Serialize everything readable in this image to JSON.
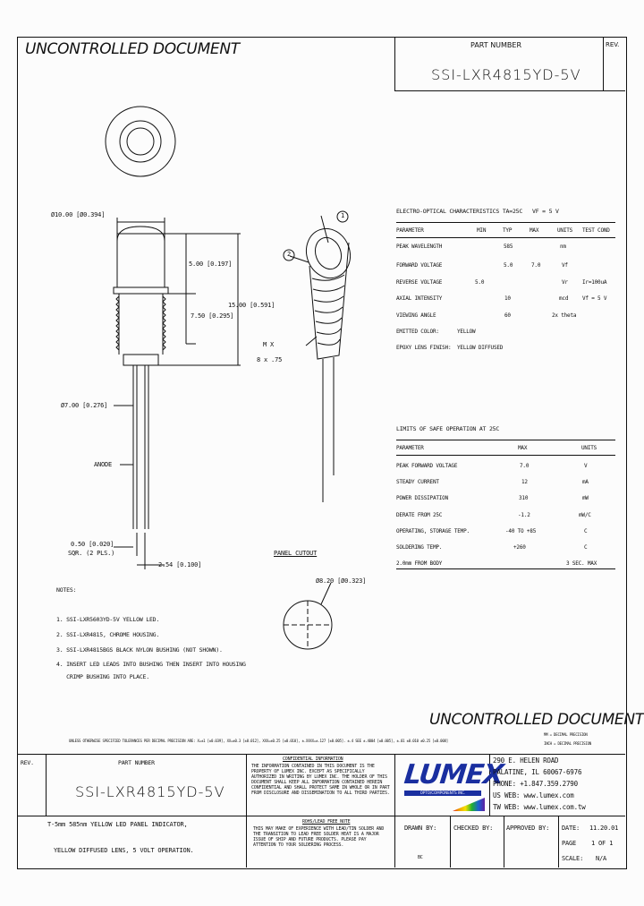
{
  "header": {
    "watermark": "UNCONTROLLED DOCUMENT",
    "part_label": "PART NUMBER",
    "part_number": "SSI-LXR4815YD-5V",
    "rev_label": "REV."
  },
  "drawing": {
    "dim_diameter": "Ø10.00 [Ø0.394]",
    "dim_500": "5.00 [0.197]",
    "dim_750": "7.50 [0.295]",
    "dim_1500": "15.00 [0.591]",
    "dim_700": "Ø7.00 [0.276]",
    "thread_1": "M X",
    "thread_2": "8 x .75",
    "anode": "ANODE",
    "lead_size_1": "0.50 [0.020]",
    "lead_size_2": "SQR. (2 PLS.)",
    "lead_pitch": "2.54 [0.100]",
    "panel_cutout": "PANEL CUTOUT",
    "cutout_dim": "Ø8.20 [Ø0.323]",
    "callout_1": "1",
    "callout_2": "2"
  },
  "eo_table": {
    "title": "ELECTRO-OPTICAL CHARACTERISTICS TA=25C",
    "condition": "VF = 5 V",
    "headers": [
      "PARAMETER",
      "MIN",
      "TYP",
      "MAX",
      "UNITS",
      "TEST COND"
    ],
    "rows": [
      [
        "PEAK WAVELENGTH",
        "",
        "585",
        "",
        "nm",
        ""
      ],
      [
        "FORWARD VOLTAGE",
        "",
        "5.0",
        "7.0",
        "Vf",
        ""
      ],
      [
        "REVERSE VOLTAGE",
        "5.0",
        "",
        "",
        "Vr",
        "Ir=100uA"
      ],
      [
        "AXIAL INTENSITY",
        "",
        "10",
        "",
        "mcd",
        "Vf = 5 V"
      ],
      [
        "VIEWING ANGLE",
        "",
        "60",
        "",
        "2x theta",
        ""
      ]
    ],
    "emitted_color_label": "EMITTED COLOR:",
    "emitted_color": "YELLOW",
    "lens_label": "EPOXY LENS FINISH:",
    "lens": "YELLOW DIFFUSED"
  },
  "limits_table": {
    "title": "LIMITS OF SAFE OPERATION AT 25C",
    "headers": [
      "PARAMETER",
      "MAX",
      "UNITS"
    ],
    "rows": [
      [
        "PEAK FORWARD VOLTAGE",
        "7.0",
        "V"
      ],
      [
        "STEADY CURRENT",
        "12",
        "mA"
      ],
      [
        "POWER DISSIPATION",
        "310",
        "mW"
      ],
      [
        "DERATE FROM 25C",
        "-1.2",
        "mW/C"
      ],
      [
        "OPERATING, STORAGE TEMP.",
        "-40 TO +85",
        "C"
      ],
      [
        "SOLDERING TEMP.",
        "+260",
        "C"
      ],
      [
        "2.0mm FROM BODY",
        "",
        "3 SEC. MAX"
      ]
    ]
  },
  "notes": {
    "heading": "NOTES:",
    "items": [
      "1. SSI-LXR5603YD-5V YELLOW LED.",
      "2. SSI-LXR4815, CHROME HOUSING.",
      "3. SSI-LXR4815BGS BLACK NYLON BUSHING (NOT SHOWN).",
      "4. INSERT LED LEADS INTO BUSHING THEN INSERT INTO HOUSING",
      "   CRIMP BUSHING INTO PLACE."
    ]
  },
  "tolerance_note": "UNLESS OTHERWISE SPECIFIED TOLERANCES PER DECIMAL PRECISION ARE: X=±1 [±0.039], XX=±0.3 [±0.012], XXX=±0.25 [±0.010], ±.XXXX=±.127 [±0.005]. ±.4 SEE ±.4004 [±0.005], ±.01 ±0.010 ±0.25 [±0.008]",
  "tolerance_right_1": "MM = DECIMAL PRECISION",
  "tolerance_right_2": "INCH = DECIMAL PRECISION",
  "title_block": {
    "rev_label": "REV.",
    "part_label": "PART NUMBER",
    "part_number": "SSI-LXR4815YD-5V",
    "desc_1": "T-5mm 585nm YELLOW LED PANEL INDICATOR,",
    "desc_2": "YELLOW DIFFUSED LENS, 5 VOLT OPERATION.",
    "conf_title": "CONFIDENTIAL INFORMATION",
    "conf_text": "THE INFORMATION CONTAINED IN THIS DOCUMENT IS THE PROPERTY OF LUMEX INC. EXCEPT AS SPECIFICALLY AUTHORIZED IN WRITING BY LUMEX INC. THE HOLDER OF THIS DOCUMENT SHALL KEEP ALL INFORMATION CONTAINED HEREIN CONFIDENTIAL AND SHALL PROTECT SAME IN WHOLE OR IN PART FROM DISCLOSURE AND DISSEMINATION TO ALL THIRD PARTIES.",
    "rohs_title": "ROHS/LEAD FREE NOTE",
    "rohs_text": "THIS MAY MAKE OF EXPERIENCE WITH LEAD/TIN SOLDER AND THE TRANSITION TO LEAD FREE SOLDER HEAT IS A MAJOR ISSUE OF SHIP AND FUTURE PRODUCTS. PLEASE PAY ATTENTION TO YOUR SOLDERING PROCESS.",
    "logo": "LUMEX",
    "logo_tag": "OPTO/COMPONENTS INC.",
    "address_1": "290 E. HELEN ROAD",
    "address_2": "PALATINE, IL 60067-6976",
    "phone": "PHONE: +1.847.359.2790",
    "us_web": "US WEB: www.lumex.com",
    "tw_web": "TW WEB: www.lumex.com.tw",
    "drawn_by_label": "DRAWN BY:",
    "drawn_by": "BC",
    "checked_by_label": "CHECKED BY:",
    "approved_by_label": "APPROVED BY:",
    "date_label": "DATE:",
    "date": "11.20.01",
    "page_label": "PAGE",
    "page": "1 OF 1",
    "scale_label": "SCALE:",
    "scale": "N/A"
  },
  "footer_watermark": "UNCONTROLLED DOCUMENT"
}
